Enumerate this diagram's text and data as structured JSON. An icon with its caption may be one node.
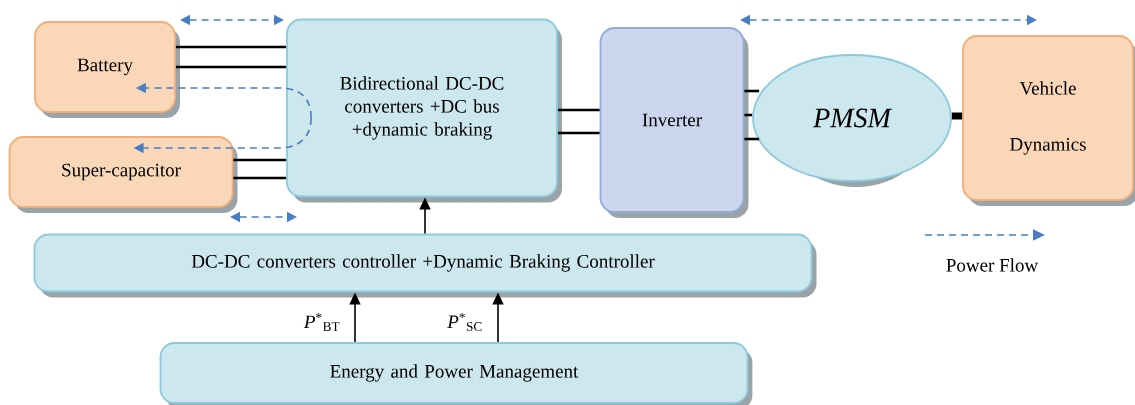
{
  "diagram": {
    "nodes": [
      {
        "text": [
          "Battery"
        ]
      },
      {
        "text": [
          "Super-capacitor"
        ]
      },
      {
        "text": [
          "Bidirectional DC-DC converters +DC bus +dynamic braking"
        ]
      },
      {
        "text": [
          "Inverter"
        ]
      },
      {
        "text": [
          "PMSM"
        ]
      },
      {
        "text": [
          "Vehicle Dynamics"
        ]
      },
      {
        "text": [
          "DC-DC converters controller +Dynamic Braking Controller"
        ]
      },
      {
        "text": [
          "Energy and Power Management"
        ]
      }
    ],
    "edges": [
      {
        "from": 0,
        "to": 2,
        "arrow": "none"
      },
      {
        "from": 0,
        "to": 2,
        "arrow": "none"
      },
      {
        "from": 1,
        "to": 2,
        "arrow": "none"
      },
      {
        "from": 1,
        "to": 2,
        "arrow": "none"
      },
      {
        "from": 2,
        "to": 3,
        "arrow": "none"
      },
      {
        "from": 2,
        "to": 3,
        "arrow": "none"
      },
      {
        "from": 3,
        "to": 4,
        "arrow": "none"
      },
      {
        "from": 3,
        "to": 4,
        "arrow": "none"
      },
      {
        "from": 3,
        "to": 4,
        "arrow": "none"
      },
      {
        "from": 4,
        "to": 5,
        "arrow": "none",
        "style": "thick"
      },
      {
        "from": 6,
        "to": 2,
        "arrow": "to"
      },
      {
        "from": 7,
        "to": 6,
        "arrow": "to",
        "label": "*P*$^{*}$$_{BT}$"
      },
      {
        "from": 7,
        "to": 6,
        "arrow": "to",
        "label": "*P*$^{*}$$_{SC}$"
      },
      {
        "from": 2,
        "to": 0,
        "arrow": "to",
        "style": "dashed",
        "color": "#4a7ec4"
      },
      {
        "from": 2,
        "to": 1,
        "arrow": "to",
        "style": "dashed",
        "color": "#4a7ec4"
      }
    ],
    "legend": [
      {
        "text": "Power Flow"
      }
    ]
  }
}
